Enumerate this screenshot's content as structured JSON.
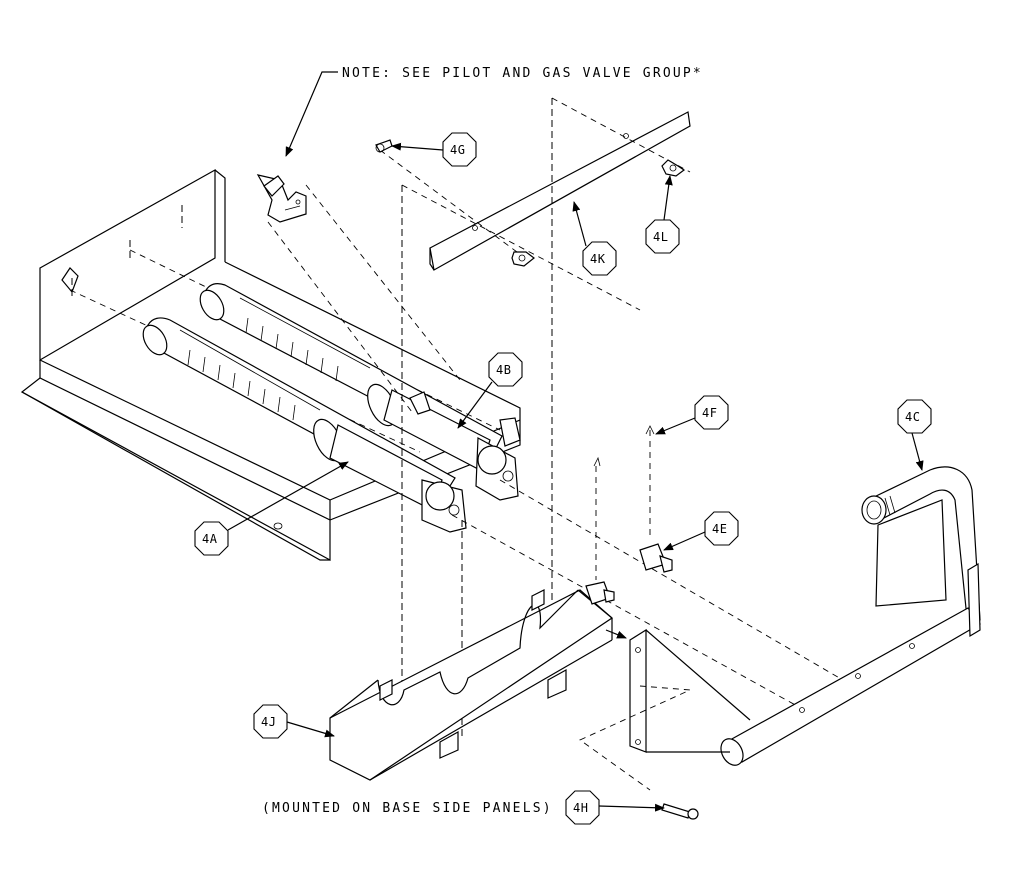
{
  "note": "NOTE: SEE PILOT AND GAS VALVE GROUP*",
  "mount_note": "(MOUNTED ON BASE SIDE PANELS)",
  "callouts": {
    "4A": "4A",
    "4B": "4B",
    "4C": "4C",
    "4E": "4E",
    "4F": "4F",
    "4G": "4G",
    "4H": "4H",
    "4J": "4J",
    "4K": "4K",
    "4L": "4L"
  },
  "colors": {
    "line": "#000000",
    "paper": "#ffffff"
  }
}
